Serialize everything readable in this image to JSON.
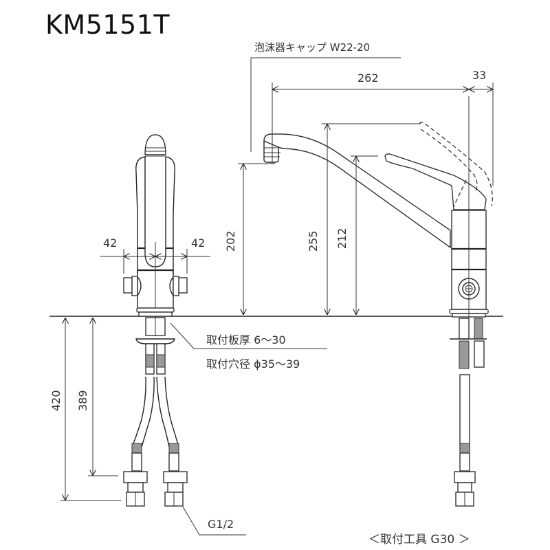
{
  "title": "KM5151T",
  "labels": {
    "aerator_cap": "泡沫器キャップ W22-20",
    "mount_plate_thickness": "取付板厚 6～30",
    "mount_hole_diameter": "取付穴径 ϕ35～39",
    "thread_size": "G1/2",
    "mounting_tool": "＜取付工具 G30 ＞"
  },
  "dimensions": {
    "spout_reach": "262",
    "lever_offset": "33",
    "left_half_width": "42",
    "right_half_width": "42",
    "spout_outlet_height": "202",
    "lever_top_height": "255",
    "lever_height": "212",
    "hose_total_length": "420",
    "hose_to_nut_length": "389"
  },
  "colors": {
    "line": "#222222",
    "text": "#333333",
    "background": "#ffffff"
  }
}
